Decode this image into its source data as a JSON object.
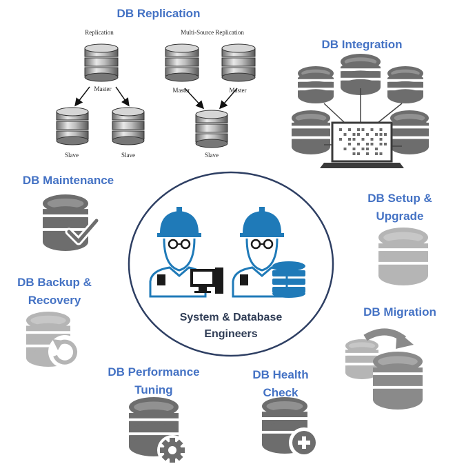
{
  "center": {
    "line1": "System & Database",
    "line2": "Engineers"
  },
  "services": {
    "replication": {
      "title": "DB Replication",
      "left_caption": "Replication",
      "right_caption": "Multi-Source Replication",
      "master": "Master",
      "slave": "Slave"
    },
    "integration": {
      "title": "DB Integration"
    },
    "maintenance": {
      "title": "DB Maintenance"
    },
    "setup": {
      "line1": "DB Setup &",
      "line2": "Upgrade"
    },
    "backup": {
      "line1": "DB Backup &",
      "line2": "Recovery"
    },
    "migration": {
      "title": "DB Migration"
    },
    "performance": {
      "line1": "DB Performance",
      "line2": "Tuning"
    },
    "health": {
      "line1": "DB Health",
      "line2": "Check"
    }
  },
  "colors": {
    "label_blue": "#4472c4",
    "engineer_blue": "#1f7ab8",
    "icon_dark": "#6d6d6d",
    "icon_mid": "#8a8a8a",
    "icon_light": "#b5b5b5"
  }
}
